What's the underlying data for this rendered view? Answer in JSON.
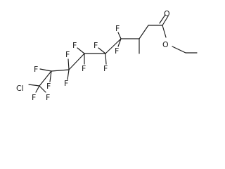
{
  "molecule": {
    "atoms": {
      "cl": "Cl",
      "o_carbonyl": "O",
      "o_ester": "O",
      "f": "F"
    }
  }
}
